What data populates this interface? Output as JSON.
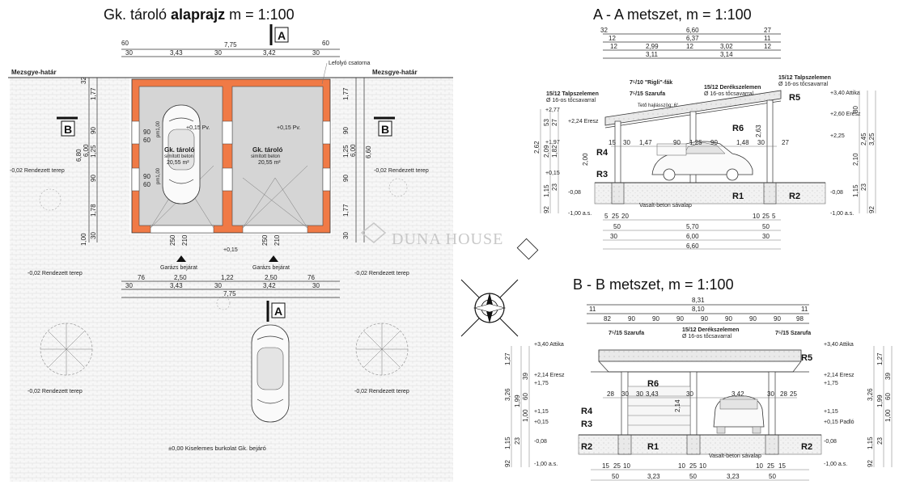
{
  "plan": {
    "title_prefix": "Gk. tároló ",
    "title_bold": "alaprajz",
    "title_scale": " m = 1:100",
    "section_marker_a": "A",
    "section_marker_b": "B",
    "boundary_left": "Mezsgye-határ",
    "boundary_right": "Mezsgye-határ",
    "drain": "Lefolyó csatorna",
    "room_left": {
      "name": "Gk. tároló",
      "floor": "simított beton",
      "area": "20,55 m²",
      "level": "+0,15 Pv."
    },
    "room_right": {
      "name": "Gk. tároló",
      "floor": "simított beton",
      "area": "20,55 m²",
      "level": "+0,15 Pv."
    },
    "terrain": "-0,02 Rendezett terep",
    "entrance": "Garázs bejárat",
    "entrance_level": "+0,15",
    "paving": "±0,00 Kiselemes burkolat Gk. bejáró",
    "dims_top": [
      "60",
      "7,75",
      "60",
      "30",
      "3,43",
      "30",
      "3,42",
      "30"
    ],
    "dims_bottom": [
      "76",
      "2,50",
      "1,22",
      "2,50",
      "76",
      "30",
      "3,43",
      "30",
      "3,42",
      "30",
      "7,75"
    ],
    "dims_left": [
      "32",
      "1,77",
      "90",
      "1,25",
      "90",
      "1,78",
      "6,80",
      "6,00",
      "30",
      "1,00"
    ],
    "dims_right": [
      "1,77",
      "90",
      "1,25",
      "90",
      "1,77",
      "6,00",
      "6,60",
      "30"
    ],
    "door_dims": [
      "250",
      "210",
      "250",
      "210"
    ],
    "window_dims": [
      "90",
      "60",
      "90",
      "60",
      "pm1,00",
      "pm1,00"
    ]
  },
  "section_aa": {
    "title": "A - A metszet, m = 1:100",
    "top_dims": [
      "32",
      "6,60",
      "27",
      "12",
      "6,37",
      "11",
      "12",
      "2,99",
      "12",
      "3,02",
      "12",
      "3,11",
      "3,14"
    ],
    "labels": {
      "tp_left": "15/12 Talpszelemen",
      "tp_left_sub": "Ø 16-os tőcsavarral",
      "rigli": "7⁵/10 \"Rigli\"-fák",
      "szarufa": "7⁵/15 Szarufa",
      "derek": "15/12 Derékszelemen",
      "derek_sub": "Ø 16-os tőcsavarral",
      "tp_right": "15/12 Talpszelemen",
      "tp_right_sub": "Ø 16-os tőcsavarral",
      "slope": "Tető hajlásszög: 6°",
      "attika": "+3,40 Attika",
      "eresz_r": "+2,60 Eresz",
      "lvl_225": "+2,25",
      "lvl_277": "+2,77",
      "eresz_l": "+2,24 Eresz",
      "lvl_197": "+1,97",
      "lvl_015": "+0,15",
      "lvl_008l": "-0,08",
      "lvl_008r": "-0,08",
      "lvl_100l": "-1,00 a.s.",
      "lvl_100r": "-1,00 a.s.",
      "foundation": "Vasalt-beton sávalap"
    },
    "r": [
      "R1",
      "R2",
      "R3",
      "R4",
      "R5",
      "R6"
    ],
    "inner_dims": [
      "15",
      "30",
      "1,47",
      "90",
      "1,25",
      "90",
      "1,48",
      "30",
      "27"
    ],
    "vert_left": [
      "2,62",
      "2,09",
      "1,82",
      "53",
      "27",
      "2,00",
      "1,15",
      "23",
      "92"
    ],
    "vert_right": [
      "2,63",
      "80",
      "2,45",
      "3,25",
      "2,10",
      "1,15",
      "23",
      "92"
    ],
    "bottom_dims": [
      "5",
      "25",
      "20",
      "10",
      "25",
      "5",
      "50",
      "5,70",
      "50",
      "30",
      "6,00",
      "30",
      "6,60"
    ]
  },
  "section_bb": {
    "title": "B - B metszet, m = 1:100",
    "top_dims": [
      "8,31",
      "11",
      "8,10",
      "11",
      "82",
      "90",
      "90",
      "90",
      "90",
      "90",
      "90",
      "90",
      "98"
    ],
    "labels": {
      "szarufa_l": "7⁵/15 Szarufa",
      "derek": "15/12 Derékszelemen",
      "derek_sub": "Ø 16-os tőcsavarral",
      "szarufa_r": "7⁵/15 Szarufa",
      "attika_l": "+3,40 Attika",
      "eresz_l": "+2,14 Eresz",
      "lvl_175l": "+1,75",
      "lvl_115l": "+1,15",
      "lvl_015l": "+0,15",
      "lvl_008l": "-0,08",
      "lvl_100l": "-1,00 a.s.",
      "attika_r": "+3,40 Attika",
      "eresz_r": "+2,14 Eresz",
      "lvl_175r": "+1,75",
      "lvl_115r": "+1,15",
      "padlo": "+0,15 Padló",
      "lvl_008r": "-0,08",
      "lvl_100r": "-1,00 a.s.",
      "foundation": "Vasalt-beton sávalap"
    },
    "r": [
      "R1",
      "R2",
      "R2",
      "R3",
      "R4",
      "R5",
      "R6"
    ],
    "inner_dims": [
      "28",
      "30",
      "30",
      "3,43",
      "30",
      "3,42",
      "30",
      "28",
      "25"
    ],
    "vert_left": [
      "1,27",
      "3,26",
      "39",
      "1,99",
      "60",
      "1,00",
      "2,14",
      "1,15",
      "23",
      "92"
    ],
    "vert_right": [
      "1,27",
      "3,26",
      "39",
      "1,99",
      "60",
      "1,00",
      "1,15",
      "23",
      "92"
    ],
    "bottom_dims": [
      "15",
      "25",
      "10",
      "10",
      "25",
      "10",
      "10",
      "25",
      "15",
      "50",
      "3,23",
      "50",
      "3,23",
      "50"
    ]
  },
  "watermark": "DUNA HOUSE"
}
